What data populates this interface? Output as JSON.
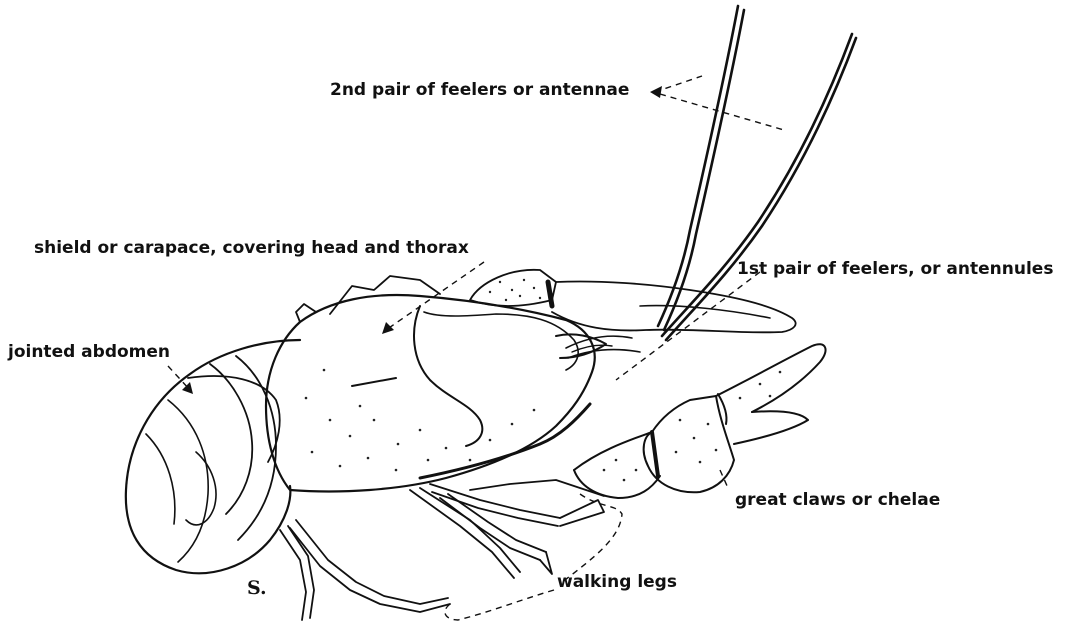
{
  "labels": {
    "antennae": "2nd pair of feelers or antennae",
    "carapace": "shield or carapace, covering head and thorax",
    "antennules": "1st pair of feelers, or antennules",
    "abdomen": "jointed abdomen",
    "claws": "great claws or chelae",
    "legs": "walking legs"
  },
  "signature": "S."
}
